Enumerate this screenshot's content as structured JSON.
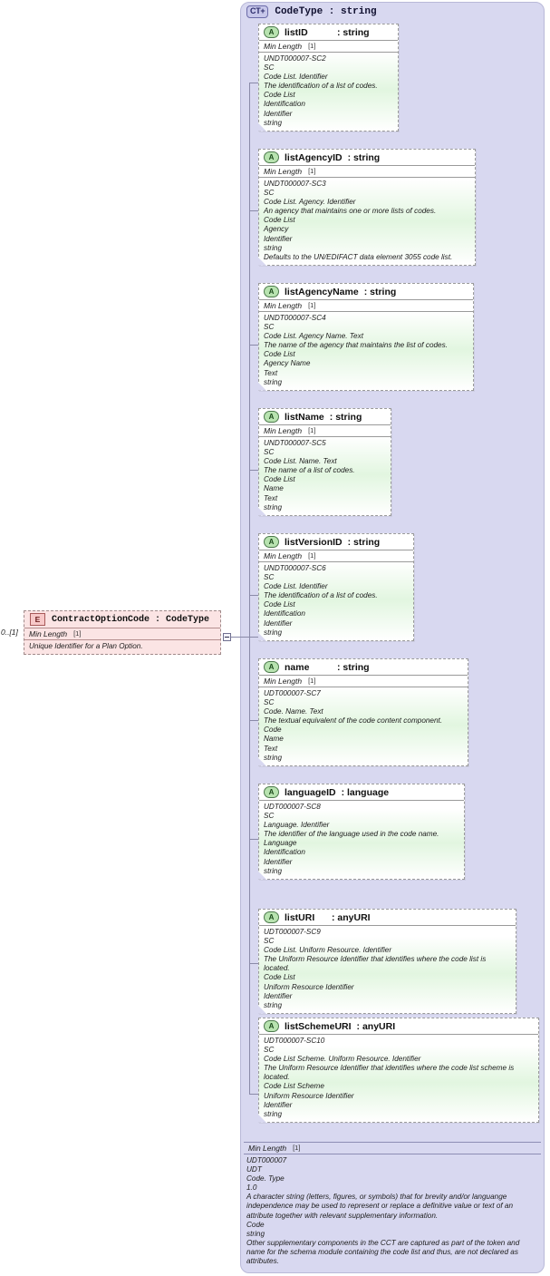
{
  "complex_type": {
    "icon": "complextype-expand-icon",
    "icon_label": "CT+",
    "title": "CodeType : string",
    "footer": {
      "facet_label": "Min Length",
      "facet_cardinality": "[1]",
      "doc_lines": [
        "UDT000007",
        "UDT",
        "Code. Type",
        "1.0",
        "A character string (letters, figures, or symbols) that for brevity and/or languange independence may be used to represent or replace a definitive value or text of an attribute together with relevant supplementary information.",
        "Code",
        "string",
        "Other supplementary components in the CCT are captured as part of the token and name for the schema module containing the code list and thus, are not declared as attributes."
      ]
    }
  },
  "element": {
    "icon": "element-icon",
    "icon_label": "E",
    "title": "ContractOptionCode : CodeType",
    "cardinality": "0..[1]",
    "facet_label": "Min Length",
    "facet_cardinality": "[1]",
    "documentation": "Unique Identifier for a Plan Option."
  },
  "attributes": [
    {
      "icon_label": "A",
      "name": "listID",
      "type": ": string",
      "facet_label": "Min Length",
      "facet_cardinality": "[1]",
      "doc_lines": [
        "UNDT000007-SC2",
        "SC",
        "Code List. Identifier",
        "The identification of a list of codes.",
        "Code List",
        "Identification",
        "Identifier",
        "string"
      ]
    },
    {
      "icon_label": "A",
      "name": "listAgencyID",
      "type": ": string",
      "facet_label": "Min Length",
      "facet_cardinality": "[1]",
      "doc_lines": [
        "UNDT000007-SC3",
        "SC",
        "Code List. Agency. Identifier",
        "An agency that maintains one or more lists of codes.",
        "Code List",
        "Agency",
        "Identifier",
        "string",
        "Defaults to the UN/EDIFACT data element 3055 code list."
      ]
    },
    {
      "icon_label": "A",
      "name": "listAgencyName",
      "type": ": string",
      "facet_label": "Min Length",
      "facet_cardinality": "[1]",
      "doc_lines": [
        "UNDT000007-SC4",
        "SC",
        "Code List. Agency Name. Text",
        "The name of the agency that maintains the list of codes.",
        "Code List",
        "Agency Name",
        "Text",
        "string"
      ]
    },
    {
      "icon_label": "A",
      "name": "listName",
      "type": ": string",
      "facet_label": "Min Length",
      "facet_cardinality": "[1]",
      "doc_lines": [
        "UNDT000007-SC5",
        "SC",
        "Code List. Name. Text",
        "The name of a list of codes.",
        "Code List",
        "Name",
        "Text",
        "string"
      ]
    },
    {
      "icon_label": "A",
      "name": "listVersionID",
      "type": ": string",
      "facet_label": "Min Length",
      "facet_cardinality": "[1]",
      "doc_lines": [
        "UNDT000007-SC6",
        "SC",
        "Code List. Identifier",
        "The identification of a list of codes.",
        "Code List",
        "Identification",
        "Identifier",
        "string"
      ]
    },
    {
      "icon_label": "A",
      "name": "name",
      "type": ": string",
      "facet_label": "Min Length",
      "facet_cardinality": "[1]",
      "doc_lines": [
        "UDT000007-SC7",
        "SC",
        "Code. Name. Text",
        "The textual equivalent of the code content component.",
        "Code",
        "Name",
        "Text",
        "string"
      ]
    },
    {
      "icon_label": "A",
      "name": "languageID",
      "type": ": language",
      "facet_label": "",
      "facet_cardinality": "",
      "doc_lines": [
        "UDT000007-SC8",
        "SC",
        "Language. Identifier",
        "The identifier of the language used in the code name.",
        "Language",
        "Identification",
        "Identifier",
        "string"
      ]
    },
    {
      "icon_label": "A",
      "name": "listURI",
      "type": ": anyURI",
      "facet_label": "",
      "facet_cardinality": "",
      "doc_lines": [
        "UDT000007-SC9",
        "SC",
        "Code List. Uniform Resource. Identifier",
        "The Uniform Resource Identifier that identifies where the code list is located.",
        "Code List",
        "Uniform Resource Identifier",
        "Identifier",
        "string"
      ]
    },
    {
      "icon_label": "A",
      "name": "listSchemeURI",
      "type": ": anyURI",
      "facet_label": "",
      "facet_cardinality": "",
      "doc_lines": [
        "UDT000007-SC10",
        "SC",
        "Code List Scheme. Uniform Resource. Identifier",
        "The Uniform Resource Identifier that identifies where the code list scheme is located.",
        "Code List Scheme",
        "Uniform Resource Identifier",
        "Identifier",
        "string"
      ]
    }
  ],
  "colors": {
    "container_bg": "#d8d8f0",
    "attribute_bg": "#e2f6e0",
    "element_bg": "#fbe4e4",
    "line": "#8a8aa8"
  }
}
